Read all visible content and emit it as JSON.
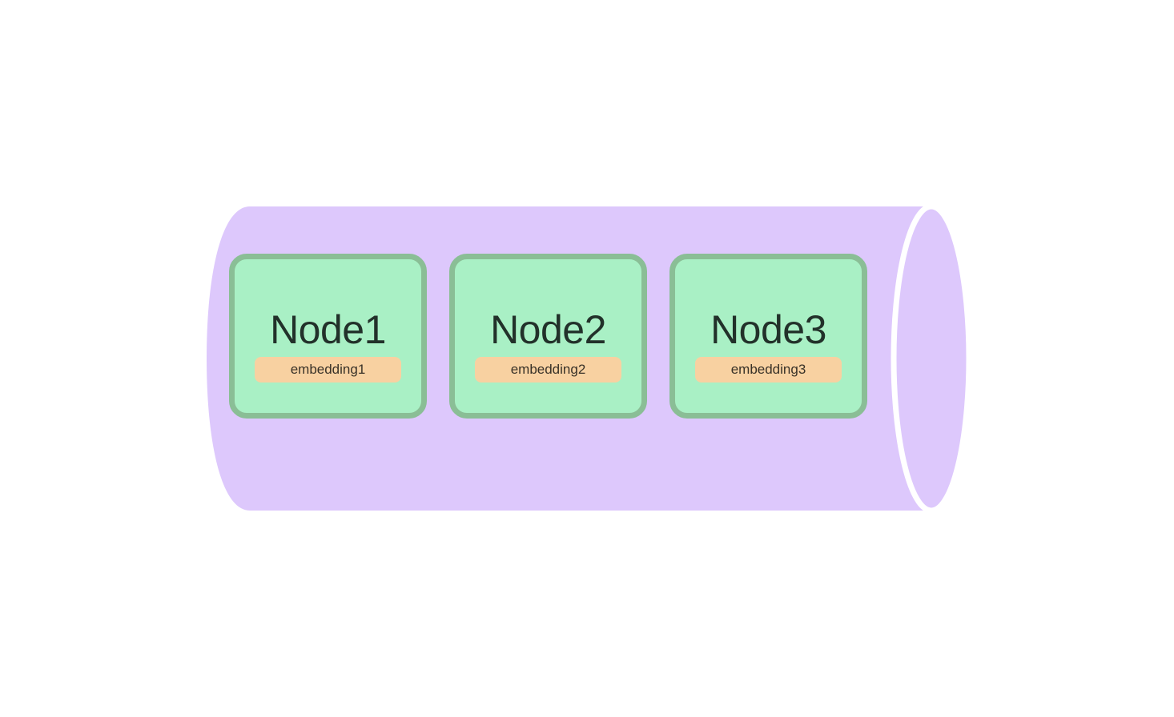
{
  "diagram": {
    "type": "cylinder-with-nodes",
    "nodes": [
      {
        "label": "Node1",
        "badge": "embedding1"
      },
      {
        "label": "Node2",
        "badge": "embedding2"
      },
      {
        "label": "Node3",
        "badge": "embedding3"
      }
    ]
  },
  "colors": {
    "background": "#ffffff",
    "cylinder_fill": "#ddc8fc",
    "cap_stroke": "#ffffff",
    "node_fill": "#a9f0c5",
    "node_border": "#8abe96",
    "node_text": "#22312a",
    "badge_fill": "#f8d1a1",
    "badge_text": "#393228"
  }
}
